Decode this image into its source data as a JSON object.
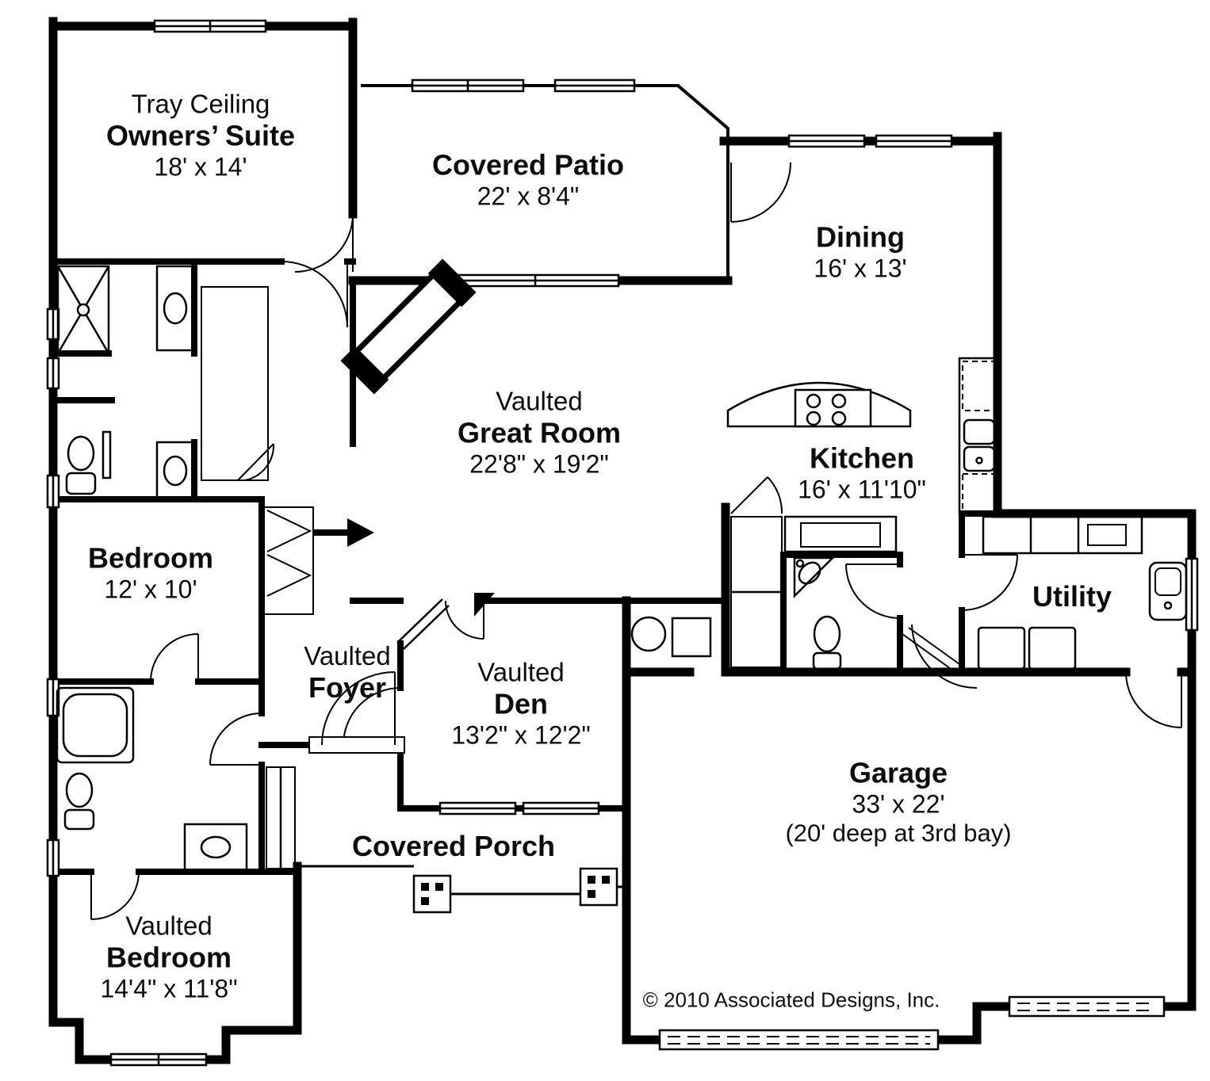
{
  "plan": {
    "rooms": {
      "owners_suite": {
        "prefix": "Tray Ceiling",
        "name": "Owners’ Suite",
        "dims": "18' x 14'"
      },
      "covered_patio": {
        "name": "Covered Patio",
        "dims": "22' x 8'4\""
      },
      "dining": {
        "name": "Dining",
        "dims": "16' x 13'"
      },
      "great_room": {
        "prefix": "Vaulted",
        "name": "Great Room",
        "dims": "22'8\" x 19'2\""
      },
      "kitchen": {
        "name": "Kitchen",
        "dims": "16' x 11'10\""
      },
      "utility": {
        "name": "Utility"
      },
      "bedroom1": {
        "name": "Bedroom",
        "dims": "12' x 10'"
      },
      "foyer": {
        "prefix": "Vaulted",
        "name": "Foyer"
      },
      "den": {
        "prefix": "Vaulted",
        "name": "Den",
        "dims": "13'2\" x 12'2\""
      },
      "covered_porch": {
        "name": "Covered Porch"
      },
      "garage": {
        "name": "Garage",
        "dims": "33' x 22'",
        "note": "(20' deep at 3rd bay)"
      },
      "bedroom2": {
        "prefix": "Vaulted",
        "name": "Bedroom",
        "dims": "14'4\" x 11'8\""
      }
    },
    "copyright": "© 2010 Associated Designs, Inc."
  }
}
